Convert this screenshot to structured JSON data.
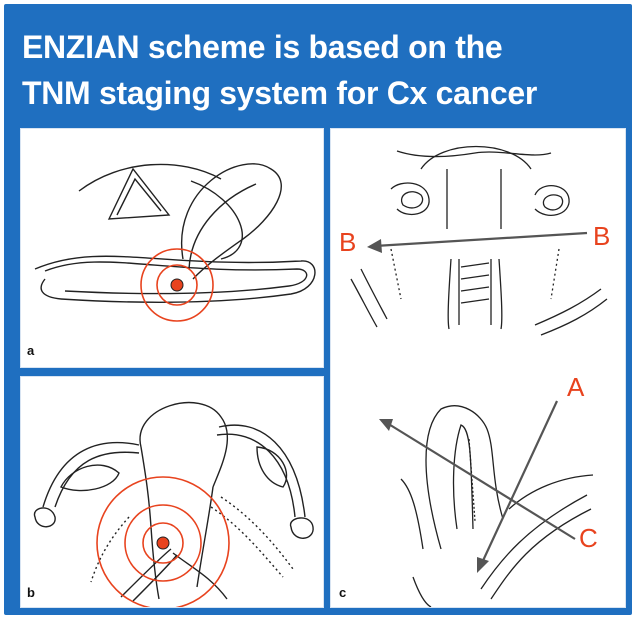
{
  "title": {
    "line1": "ENZIAN scheme is based on the",
    "line2": "TNM staging system for Cx cancer"
  },
  "panels": {
    "a": {
      "label": "a"
    },
    "b": {
      "label": "b"
    },
    "c": {
      "label": "c"
    }
  },
  "arrows": {
    "b_left": "B",
    "b_right": "B",
    "a": "A",
    "c": "C"
  },
  "colors": {
    "frame": "#1f6fc0",
    "title_text": "#ffffff",
    "highlight_red": "#e8431e",
    "line": "#222222"
  }
}
